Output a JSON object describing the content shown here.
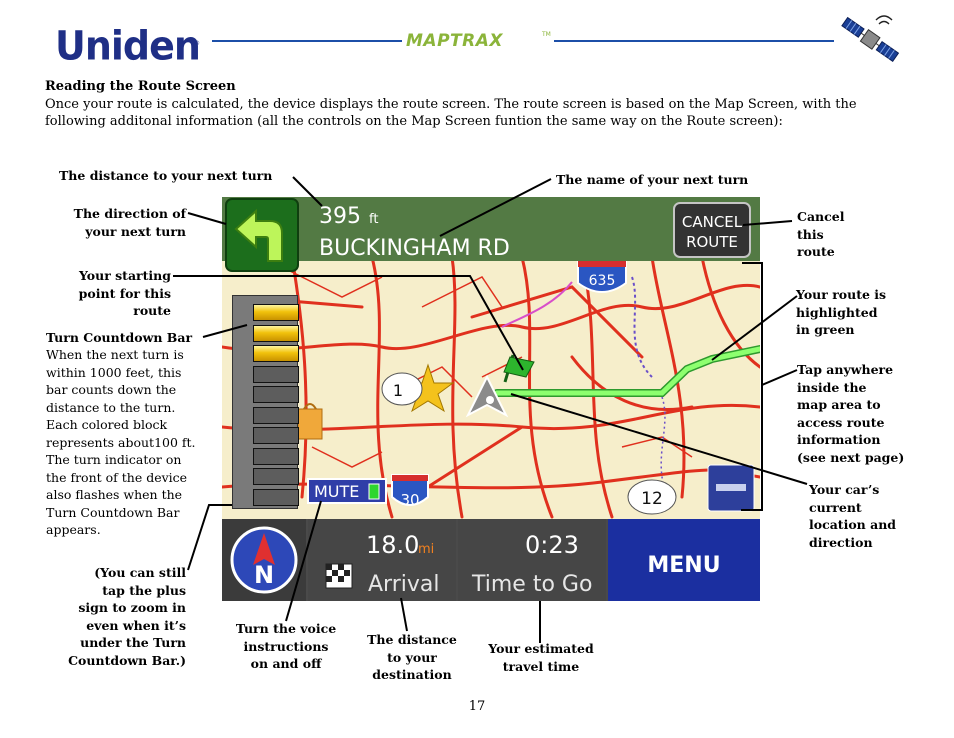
{
  "header": {
    "logo_text": "Uniden",
    "logo_reg": "®",
    "product_name": "MAPTRAX",
    "product_tm": "TM",
    "colors": {
      "brand_blue": "#1f2f86",
      "line_blue": "#1c4fa8",
      "maptrax_green": "#8bb43a"
    }
  },
  "section": {
    "title": "Reading the Route Screen",
    "intro": "Once your route is calculated, the device displays the route screen. The route screen is based on the Map Screen, with the following additonal information (all the controls on the Map Screen funtion the same way on the Route screen):"
  },
  "screen": {
    "distance_value": "395",
    "distance_unit": "ft",
    "street_name": "BUCKINGHAM RD",
    "cancel_line1": "CANCEL",
    "cancel_line2": "ROUTE",
    "mute_label": "MUTE",
    "road_635": "635",
    "road_30": "30",
    "road_12": "12",
    "road_1": "1",
    "dest_value": "18.0",
    "dest_unit": "mi",
    "dest_label": "Arrival",
    "time_value": "0:23",
    "time_label": "Time to Go",
    "menu_label": "MENU",
    "compass_letter": "N",
    "countdown_total": 10,
    "countdown_lit": 3
  },
  "callouts": {
    "distance_next_turn": "The distance to your next turn",
    "name_next_turn": "The name of your next turn",
    "direction_line1": "The direction of",
    "direction_line2": "your next turn",
    "cancel_line1": "Cancel",
    "cancel_line2": "this",
    "cancel_line3": "route",
    "start_line1": "Your starting",
    "start_line2": "point for this",
    "start_line3": "route",
    "route_green_line1": "Your route is",
    "route_green_line2": "highlighted",
    "route_green_line3": "in green",
    "countdown_title": "Turn Countdown Bar",
    "countdown_body": [
      "When the next turn is",
      "within 1000 feet, this",
      "bar counts down the",
      "distance to the turn.",
      "Each colored block",
      "represents about100 ft.",
      "The turn indicator on",
      "the front of the device",
      "also flashes when the",
      "Turn Countdown Bar",
      "appears."
    ],
    "tap_map": [
      "Tap anywhere",
      "inside the",
      "map area to",
      "access route",
      "information",
      "(see next page)"
    ],
    "car_location": [
      "Your car’s",
      "current",
      "location and",
      "direction"
    ],
    "plus_sign": [
      "(You can still",
      "tap the plus",
      "sign to zoom in",
      "even when it’s",
      "under the Turn",
      "Countdown Bar.)"
    ],
    "voice": [
      "Turn the voice",
      "instructions",
      "on and off"
    ],
    "dest_distance": [
      "The distance",
      "to your",
      "destination"
    ],
    "travel_time": [
      "Your estimated",
      "travel time"
    ]
  },
  "footer": {
    "page_number": "17"
  }
}
